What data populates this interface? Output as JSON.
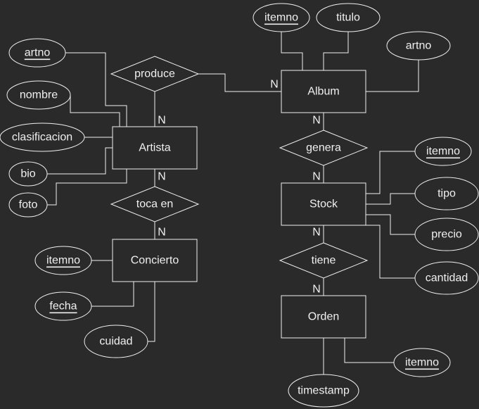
{
  "colors": {
    "background": "#2a2a2a",
    "stroke": "#f0f0f0",
    "text": "#f0f0f0"
  },
  "entities": [
    {
      "id": "album",
      "label": "Album"
    },
    {
      "id": "artista",
      "label": "Artista"
    },
    {
      "id": "stock",
      "label": "Stock"
    },
    {
      "id": "concierto",
      "label": "Concierto"
    },
    {
      "id": "orden",
      "label": "Orden"
    }
  ],
  "relationships": [
    {
      "id": "produce",
      "label": "produce"
    },
    {
      "id": "genera",
      "label": "genera"
    },
    {
      "id": "toca_en",
      "label": "toca en"
    },
    {
      "id": "tiene",
      "label": "tiene"
    }
  ],
  "attributes": [
    {
      "id": "album_itemno",
      "label": "itemno",
      "key": true
    },
    {
      "id": "album_titulo",
      "label": "titulo",
      "key": false
    },
    {
      "id": "album_artno",
      "label": "artno",
      "key": false
    },
    {
      "id": "artista_artno",
      "label": "artno",
      "key": true
    },
    {
      "id": "artista_nombre",
      "label": "nombre",
      "key": false
    },
    {
      "id": "artista_clasificacion",
      "label": "clasificacion",
      "key": false
    },
    {
      "id": "artista_bio",
      "label": "bio",
      "key": false
    },
    {
      "id": "artista_foto",
      "label": "foto",
      "key": false
    },
    {
      "id": "stock_itemno",
      "label": "itemno",
      "key": true
    },
    {
      "id": "stock_tipo",
      "label": "tipo",
      "key": false
    },
    {
      "id": "stock_precio",
      "label": "precio",
      "key": false
    },
    {
      "id": "stock_cantidad",
      "label": "cantidad",
      "key": false
    },
    {
      "id": "concierto_itemno",
      "label": "itemno",
      "key": true
    },
    {
      "id": "concierto_fecha",
      "label": "fecha",
      "key": true
    },
    {
      "id": "concierto_cuidad",
      "label": "cuidad",
      "key": false
    },
    {
      "id": "orden_itemno",
      "label": "itemno",
      "key": true
    },
    {
      "id": "orden_timestamp",
      "label": "timestamp",
      "key": false
    }
  ],
  "cardinalities": [
    {
      "id": "card_album_produce",
      "label": "N"
    },
    {
      "id": "card_artista_produce",
      "label": "N"
    },
    {
      "id": "card_album_genera",
      "label": "N"
    },
    {
      "id": "card_stock_genera",
      "label": "N"
    },
    {
      "id": "card_artista_toca",
      "label": "N"
    },
    {
      "id": "card_concierto_toca",
      "label": "N"
    },
    {
      "id": "card_stock_tiene",
      "label": "N"
    },
    {
      "id": "card_orden_tiene",
      "label": "N"
    }
  ]
}
